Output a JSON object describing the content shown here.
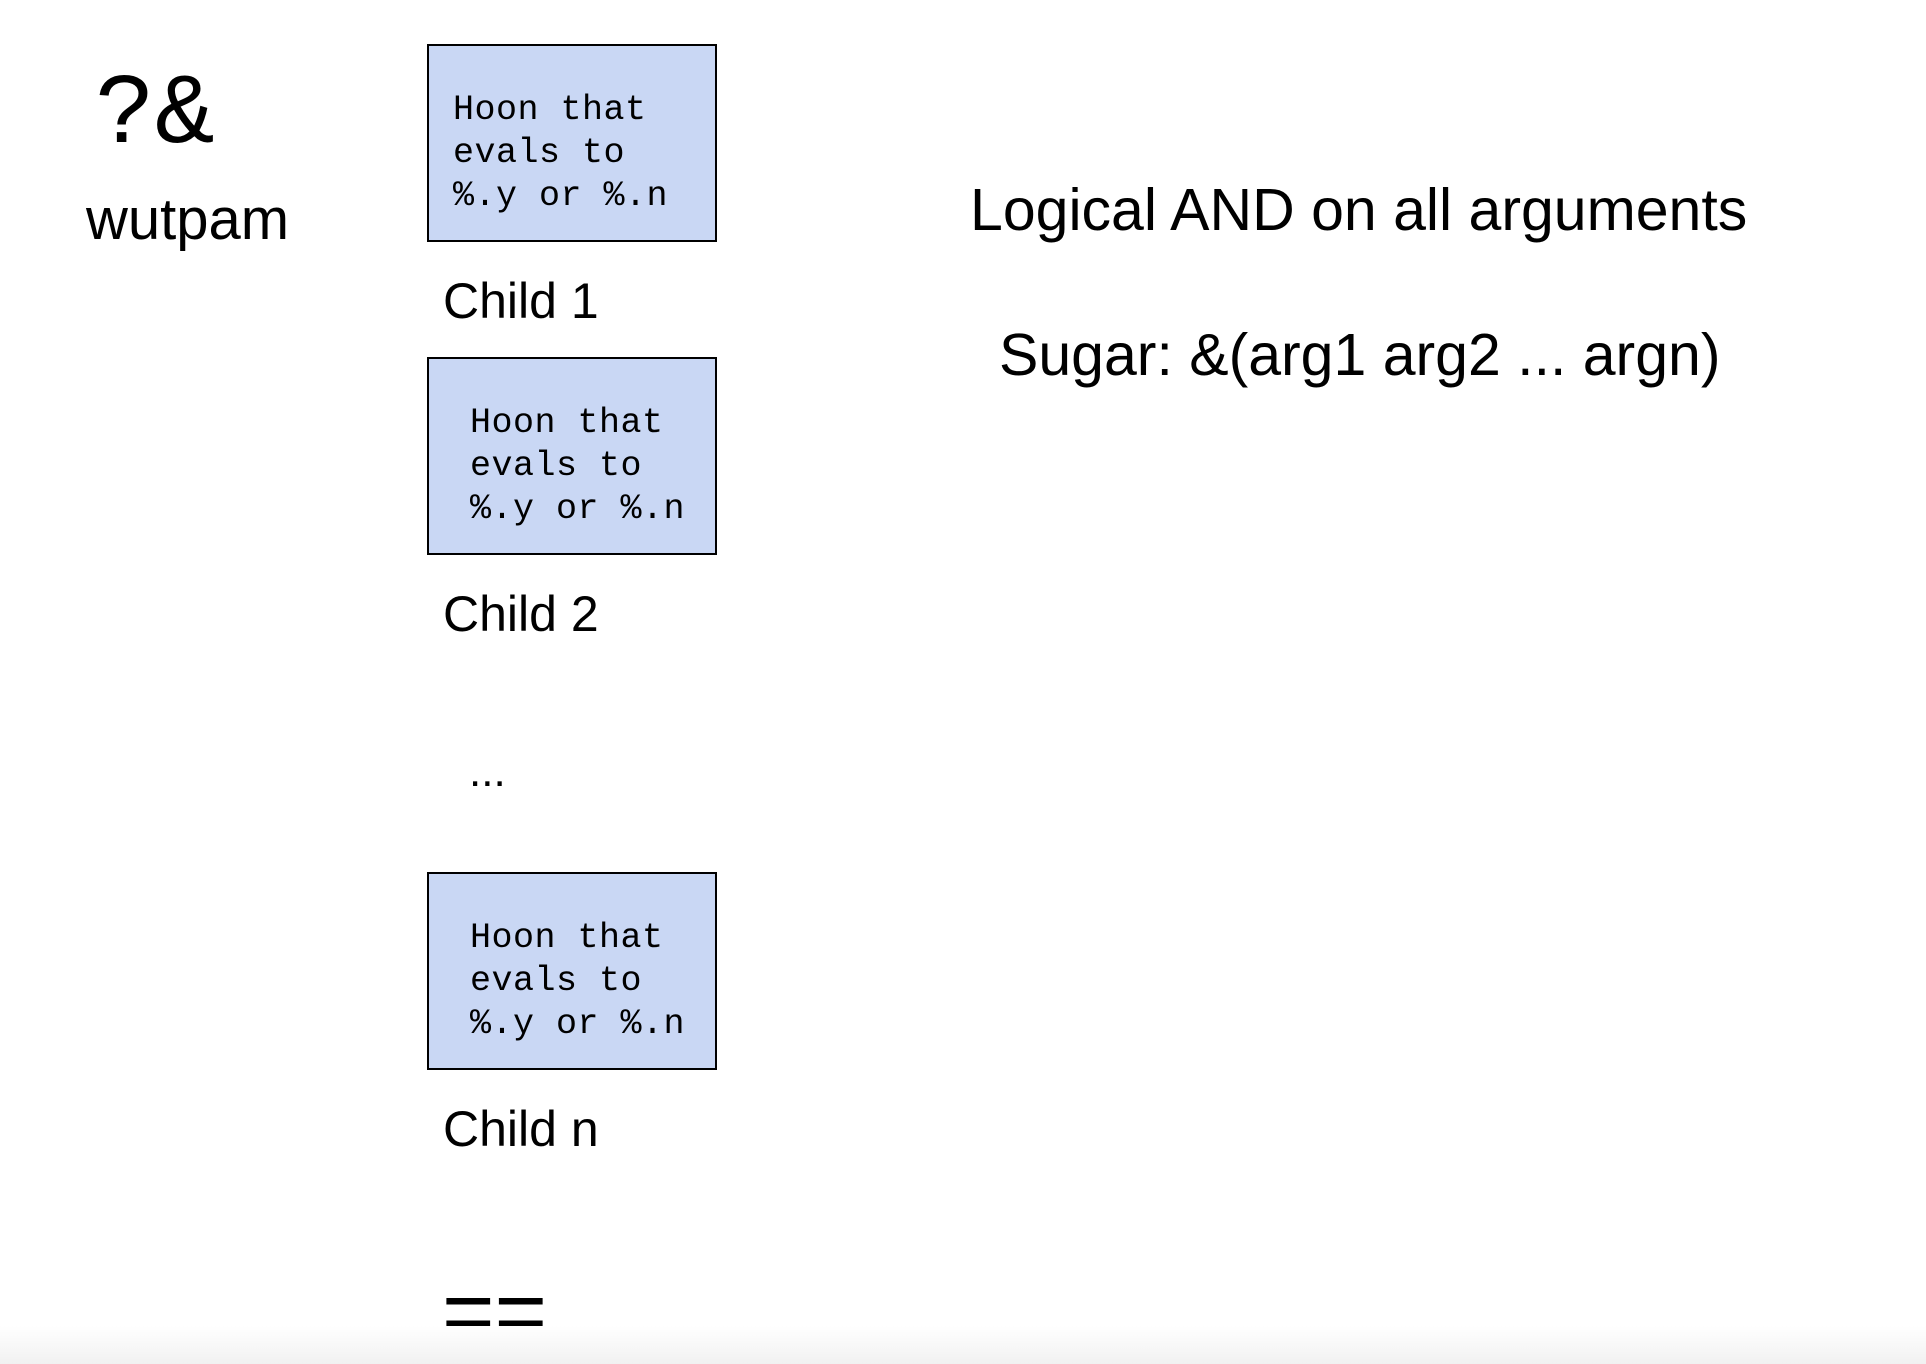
{
  "rune": {
    "glyph": "?&",
    "name": "wutpam"
  },
  "children": [
    {
      "code_lines": [
        "Hoon that",
        "evals to",
        "%.y or %.n"
      ],
      "label": "Child 1"
    },
    {
      "code_lines": [
        "Hoon that",
        "evals to",
        "%.y or %.n"
      ],
      "label": "Child 2"
    },
    {
      "code_lines": [
        "Hoon that",
        "evals to",
        "%.y or %.n"
      ],
      "label": "Child n"
    }
  ],
  "ellipsis": "...",
  "equals": "==",
  "description": {
    "summary": "Logical AND on all arguments",
    "sugar": "Sugar: &(arg1 arg2 ... argn)"
  },
  "colors": {
    "box_fill": "#c9d7f4",
    "box_border": "#000000"
  }
}
